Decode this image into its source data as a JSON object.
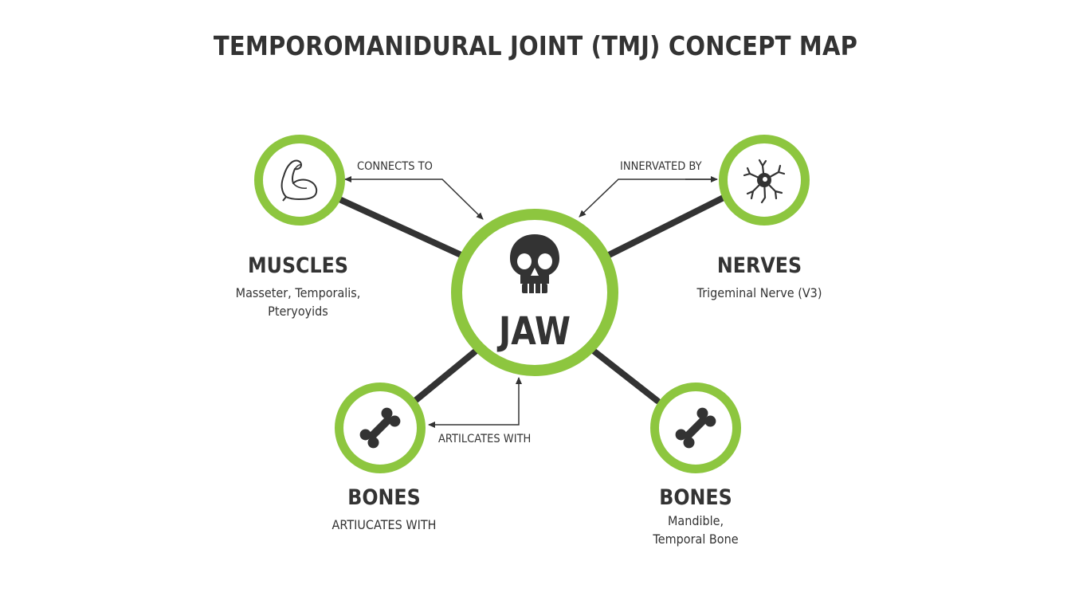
{
  "title": "TEMPOROMANIDURAL JOINT (TMJ) CONCEPT MAP",
  "accent_color": "#8dc63f",
  "line_color": "#333333",
  "center": {
    "label": "JAW",
    "icon": "skull-icon"
  },
  "nodes": {
    "muscles": {
      "heading": "MUSCLES",
      "detail_line1": "Masseter, Temporalis,",
      "detail_line2": "Pteryoyids",
      "icon": "flexed-arm-icon"
    },
    "nerves": {
      "heading": "NERVES",
      "detail_line1": "Trigeminal Nerve (V3)",
      "icon": "neuron-icon"
    },
    "bones_left": {
      "heading": "BONES",
      "detail_line1": "ARTIUCATES WITH",
      "icon": "bone-icon"
    },
    "bones_right": {
      "heading": "BONES",
      "detail_line1": "Mandible,",
      "detail_line2": "Temporal Bone",
      "icon": "bone-icon"
    }
  },
  "relations": {
    "connects_to": "CONNECTS TO",
    "innervated_by": "INNERVATED BY",
    "articulates_with": "ARTILCATES WITH"
  }
}
